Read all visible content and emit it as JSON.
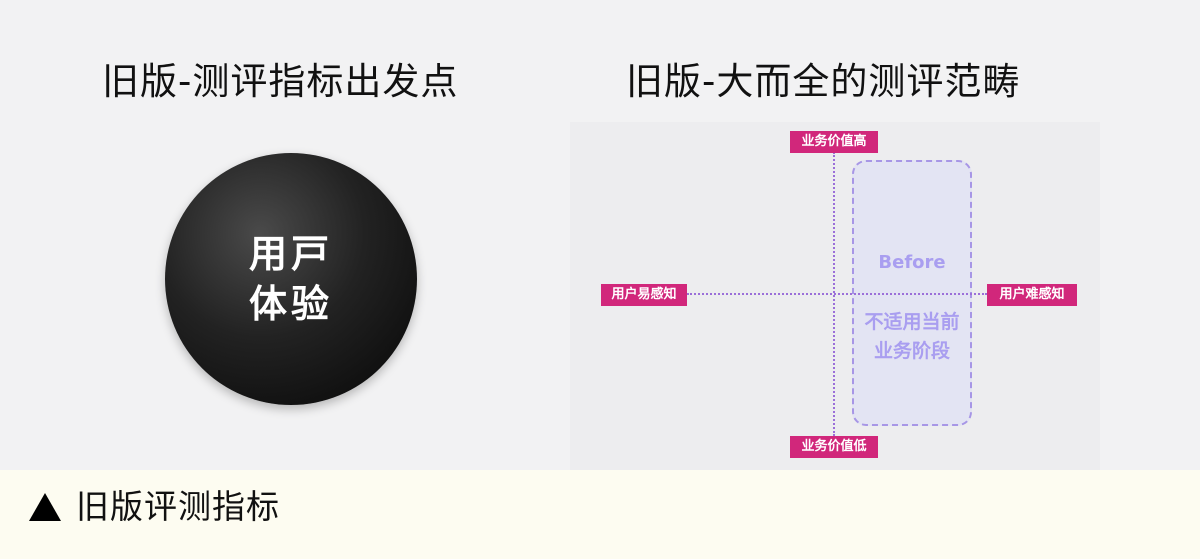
{
  "left": {
    "title": "旧版-测评指标出发点",
    "circle_line1": "用戸",
    "circle_line2": "体验"
  },
  "right": {
    "title": "旧版-大而全的测评范畴",
    "tag_top": "业务价值高",
    "tag_bottom": "业务价值低",
    "tag_left": "用户易感知",
    "tag_right": "用户难感知",
    "region_label": "Before",
    "region_desc_line1": "不适用当前",
    "region_desc_line2": "业务阶段"
  },
  "caption": {
    "icon": "triangle-up-icon",
    "text": "旧版评测指标"
  },
  "colors": {
    "tag": "#d1277b",
    "axis": "#9b6fd9",
    "region_border": "#a796e6",
    "region_text": "#a99ef0",
    "caption_bg": "#fdfcf1"
  }
}
